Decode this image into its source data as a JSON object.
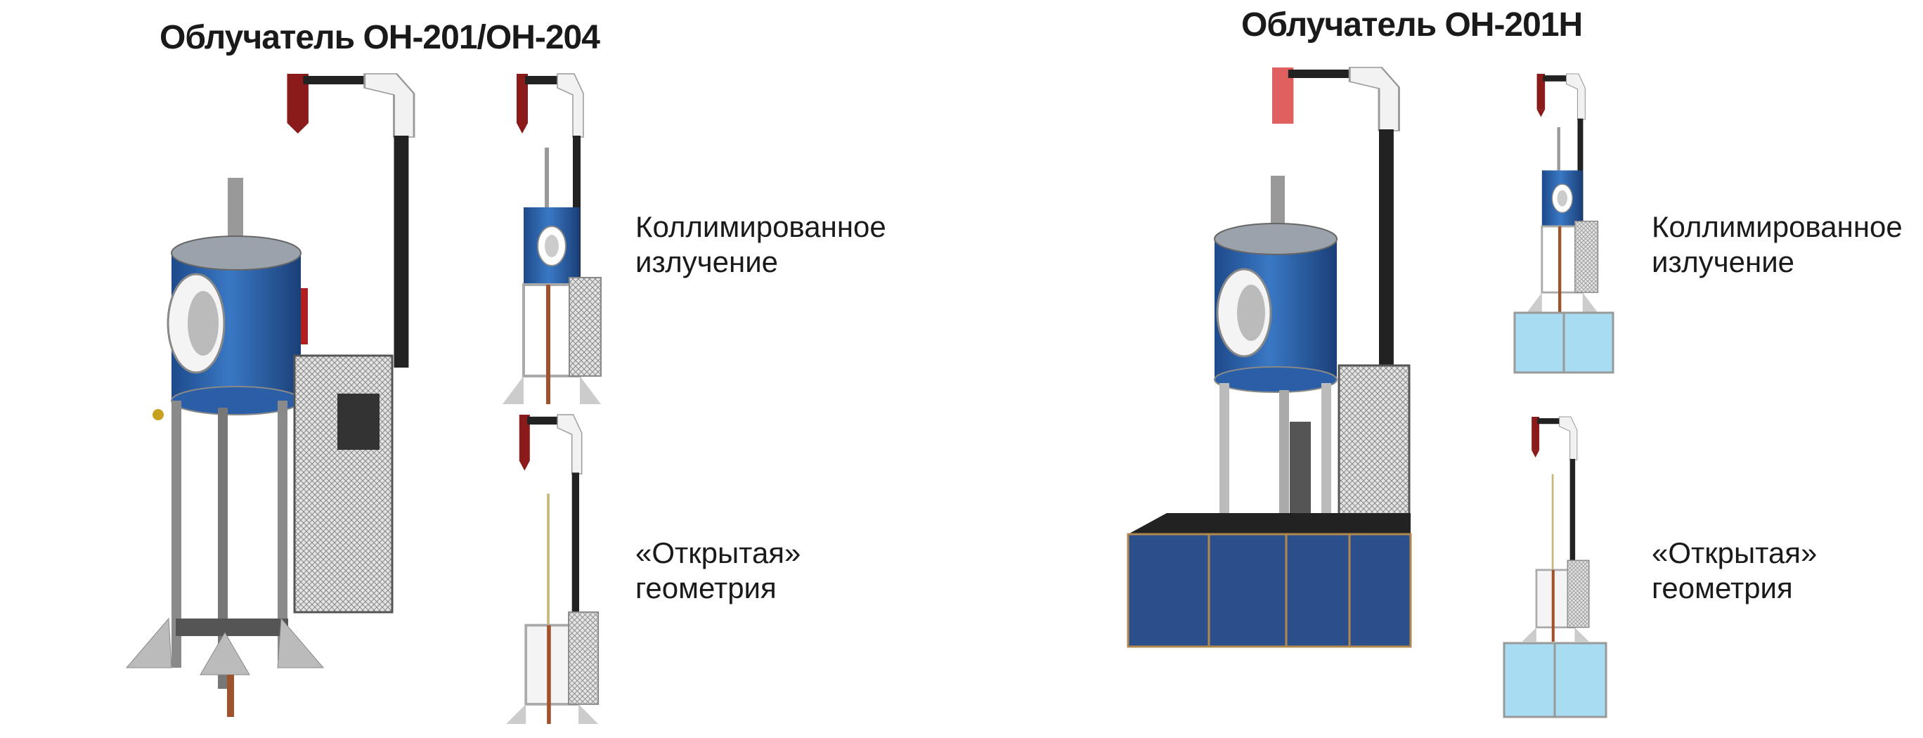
{
  "left_panel": {
    "title": "Облучатель ОН-201/ОН-204",
    "captions": [
      {
        "line1": "Коллимированное",
        "line2": "излучение"
      },
      {
        "line1": "«Открытая»",
        "line2": "геометрия"
      }
    ]
  },
  "right_panel": {
    "title": "Облучатель ОН-201Н",
    "captions": [
      {
        "line1": "Коллимированное",
        "line2": "излучение"
      },
      {
        "line1": "«Открытая»",
        "line2": "геометрия"
      }
    ]
  },
  "colors": {
    "cylinder": "#2a5fa8",
    "bracket": "#8b1a1a",
    "base_dark": "#2b4f8a",
    "base_light": "#a8dcf2"
  }
}
